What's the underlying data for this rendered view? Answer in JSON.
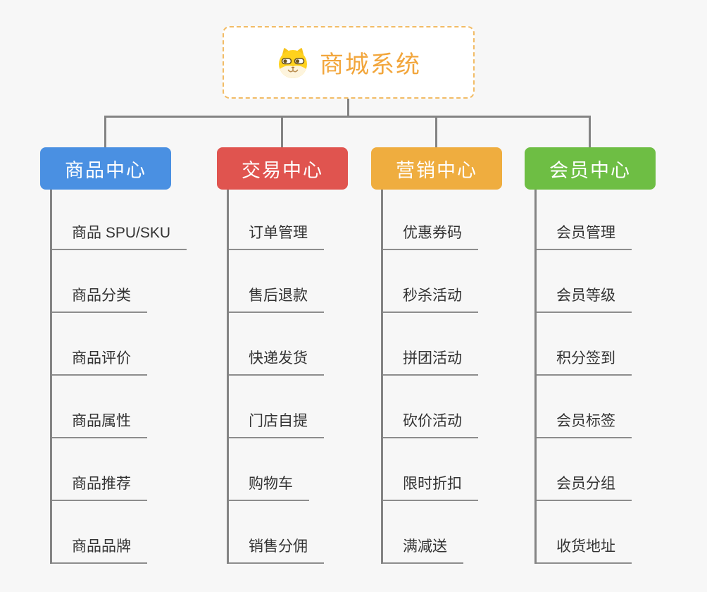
{
  "page": {
    "background_color": "#f7f7f7",
    "connector_color": "#848484"
  },
  "root": {
    "title": "商城系统",
    "icon": "doge-icon",
    "title_color": "#f2a63c",
    "border_color": "#f2bc66"
  },
  "branches": [
    {
      "label": "商品中心",
      "color": "#4a90e2",
      "children": [
        "商品 SPU/SKU",
        "商品分类",
        "商品评价",
        "商品属性",
        "商品推荐",
        "商品品牌"
      ]
    },
    {
      "label": "交易中心",
      "color": "#e0544f",
      "children": [
        "订单管理",
        "售后退款",
        "快递发货",
        "门店自提",
        "购物车",
        "销售分佣"
      ]
    },
    {
      "label": "营销中心",
      "color": "#efad3f",
      "children": [
        "优惠券码",
        "秒杀活动",
        "拼团活动",
        "砍价活动",
        "限时折扣",
        "满减送"
      ]
    },
    {
      "label": "会员中心",
      "color": "#6ebe44",
      "children": [
        "会员管理",
        "会员等级",
        "积分签到",
        "会员标签",
        "会员分组",
        "收货地址"
      ]
    }
  ]
}
